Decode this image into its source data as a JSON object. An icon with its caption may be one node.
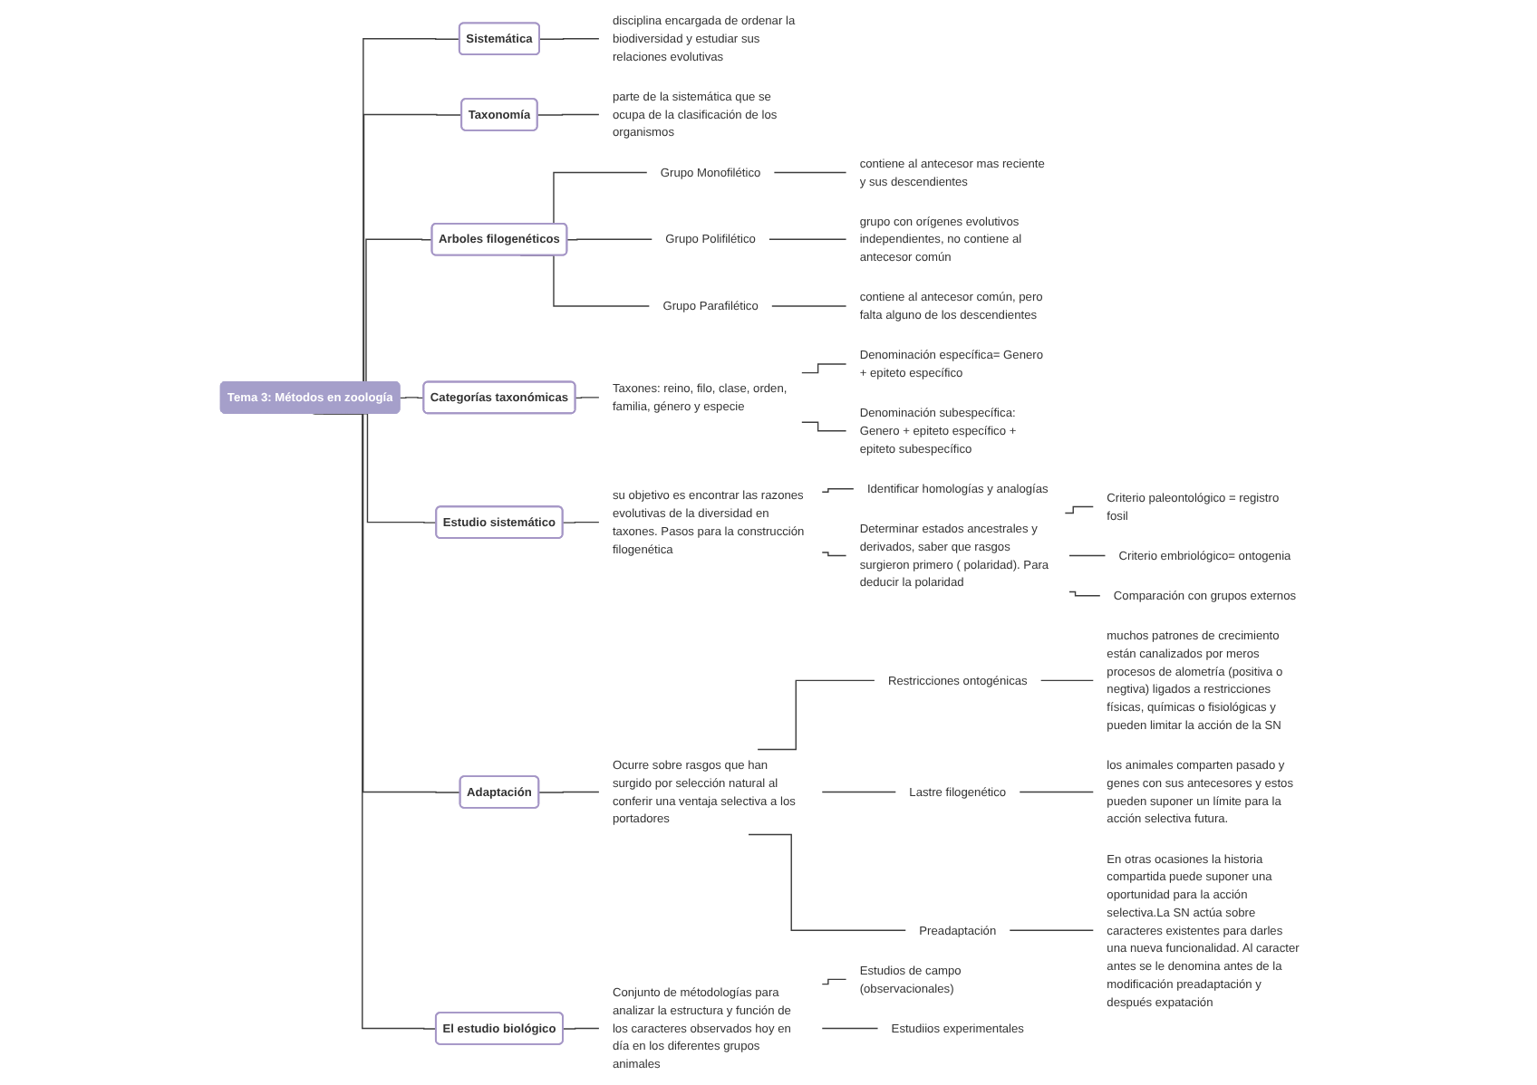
{
  "diagram": {
    "nodes": [
      {
        "text": [
          "Tema 3: Métodos en zoología"
        ]
      },
      {
        "text": [
          "Sistemática"
        ]
      },
      {
        "text": [
          "disciplina encargada de ordenar la biodiversidad y estudiar sus relaciones evolutivas"
        ]
      },
      {
        "text": [
          "Taxonomía"
        ]
      },
      {
        "text": [
          "parte de la sistemática que se ocupa de la clasificación de los organismos"
        ]
      },
      {
        "text": [
          "Arboles filogenéticos"
        ]
      },
      {
        "text": [
          "Grupo Monofilético"
        ]
      },
      {
        "text": [
          "contiene al antecesor mas reciente y sus descendientes"
        ]
      },
      {
        "text": [
          "Grupo Polifilético"
        ]
      },
      {
        "text": [
          "grupo con orígenes evolutivos independientes, no contiene al antecesor común"
        ]
      },
      {
        "text": [
          "Grupo Parafilético"
        ]
      },
      {
        "text": [
          "contiene al antecesor común, pero falta alguno de los descendientes"
        ]
      },
      {
        "text": [
          "Categorías taxonómicas"
        ]
      },
      {
        "text": [
          "Taxones: reino, filo, clase, orden, familia, género y especie"
        ]
      },
      {
        "text": [
          "Denominación específica= Genero + epiteto específico"
        ]
      },
      {
        "text": [
          "Denominación subespecífica: Genero + epiteto específico + epiteto subespecífico"
        ]
      },
      {
        "text": [
          "Estudio sistemático"
        ]
      },
      {
        "text": [
          "su objetivo es encontrar las razones evolutivas de la diversidad en taxones. Pasos para la construcción filogenética"
        ]
      },
      {
        "text": [
          "Identificar homologías y analogías"
        ]
      },
      {
        "text": [
          "Determinar estados ancestrales y derivados, saber que rasgos surgieron primero ( polaridad). Para deducir la polaridad"
        ]
      },
      {
        "text": [
          "Criterio paleontológico = registro fosil"
        ]
      },
      {
        "text": [
          "Criterio embriológico= ontogenia"
        ]
      },
      {
        "text": [
          "Comparación con grupos externos"
        ]
      },
      {
        "text": [
          "Adaptación"
        ]
      },
      {
        "text": [
          "Ocurre sobre rasgos que han surgido por selección natural al conferir una ventaja selectiva a los portadores"
        ]
      },
      {
        "text": [
          "Restricciones ontogénicas"
        ]
      },
      {
        "text": [
          "muchos patrones de crecimiento están canalizados por meros procesos de alometría (positiva o negtiva) ligados a restricciones físicas, químicas o fisiológicas y pueden limitar la acción de la SN"
        ]
      },
      {
        "text": [
          "Lastre filogenético"
        ]
      },
      {
        "text": [
          "los animales comparten pasado y genes con sus antecesores y estos pueden suponer un límite para la acción selectiva futura."
        ]
      },
      {
        "text": [
          "Preadaptación"
        ]
      },
      {
        "text": [
          "En otras ocasiones la historia compartida puede suponer una oportunidad para la acción selectiva.La SN actúa sobre caracteres existentes para darles una nueva funcionalidad. Al caracter antes se le denomina antes de la modificación preadaptación y después expatación"
        ]
      },
      {
        "text": [
          "El estudio biológico"
        ]
      },
      {
        "text": [
          "Conjunto de métodologías para analizar la estructura y función de los caracteres observados hoy en día en los diferentes grupos animales"
        ]
      },
      {
        "text": [
          "Estudios de campo (observacionales)"
        ]
      },
      {
        "text": [
          "Estudiios experimentales"
        ]
      }
    ],
    "edges": [
      {
        "from": 0,
        "to": 1,
        "arrow": "none"
      },
      {
        "from": 0,
        "to": 3,
        "arrow": "none"
      },
      {
        "from": 0,
        "to": 5,
        "arrow": "none"
      },
      {
        "from": 0,
        "to": 12,
        "arrow": "none"
      },
      {
        "from": 0,
        "to": 16,
        "arrow": "none"
      },
      {
        "from": 0,
        "to": 23,
        "arrow": "none"
      },
      {
        "from": 0,
        "to": 31,
        "arrow": "none"
      },
      {
        "from": 1,
        "to": 2,
        "arrow": "none"
      },
      {
        "from": 3,
        "to": 4,
        "arrow": "none"
      },
      {
        "from": 5,
        "to": 6,
        "arrow": "none"
      },
      {
        "from": 5,
        "to": 8,
        "arrow": "none"
      },
      {
        "from": 5,
        "to": 10,
        "arrow": "none"
      },
      {
        "from": 6,
        "to": 7,
        "arrow": "none"
      },
      {
        "from": 8,
        "to": 9,
        "arrow": "none"
      },
      {
        "from": 10,
        "to": 11,
        "arrow": "none"
      },
      {
        "from": 12,
        "to": 13,
        "arrow": "none"
      },
      {
        "from": 13,
        "to": 14,
        "arrow": "none"
      },
      {
        "from": 13,
        "to": 15,
        "arrow": "none"
      },
      {
        "from": 16,
        "to": 17,
        "arrow": "none"
      },
      {
        "from": 17,
        "to": 18,
        "arrow": "none"
      },
      {
        "from": 17,
        "to": 19,
        "arrow": "none"
      },
      {
        "from": 19,
        "to": 20,
        "arrow": "none"
      },
      {
        "from": 19,
        "to": 21,
        "arrow": "none"
      },
      {
        "from": 19,
        "to": 22,
        "arrow": "none"
      },
      {
        "from": 23,
        "to": 24,
        "arrow": "none"
      },
      {
        "from": 24,
        "to": 25,
        "arrow": "none"
      },
      {
        "from": 24,
        "to": 27,
        "arrow": "none"
      },
      {
        "from": 24,
        "to": 29,
        "arrow": "none"
      },
      {
        "from": 25,
        "to": 26,
        "arrow": "none"
      },
      {
        "from": 27,
        "to": 28,
        "arrow": "none"
      },
      {
        "from": 29,
        "to": 30,
        "arrow": "none"
      },
      {
        "from": 31,
        "to": 32,
        "arrow": "none"
      },
      {
        "from": 32,
        "to": 33,
        "arrow": "none"
      },
      {
        "from": 32,
        "to": 34,
        "arrow": "none"
      }
    ]
  }
}
